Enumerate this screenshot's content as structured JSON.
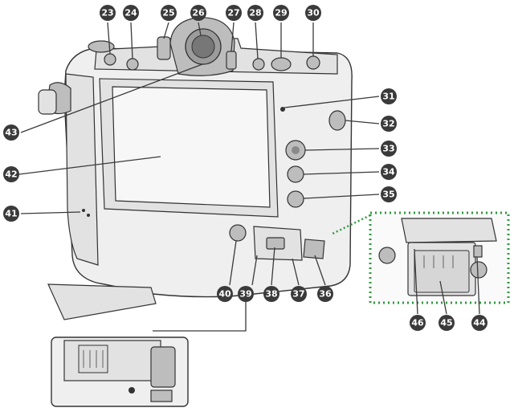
{
  "diagram": {
    "title": "Camera rear view part callouts",
    "callouts": {
      "c23": "23",
      "c24": "24",
      "c25": "25",
      "c26": "26",
      "c27": "27",
      "c28": "28",
      "c29": "29",
      "c30": "30",
      "c31": "31",
      "c32": "32",
      "c33": "33",
      "c34": "34",
      "c35": "35",
      "c36": "36",
      "c37": "37",
      "c38": "38",
      "c39": "39",
      "c40": "40",
      "c41": "41",
      "c42": "42",
      "c43": "43",
      "c44": "44",
      "c45": "45",
      "c46": "46"
    },
    "colors": {
      "callout": "#3a3a3a",
      "inset_border": "#2e9a3e",
      "line": "#3a3a3a"
    }
  }
}
